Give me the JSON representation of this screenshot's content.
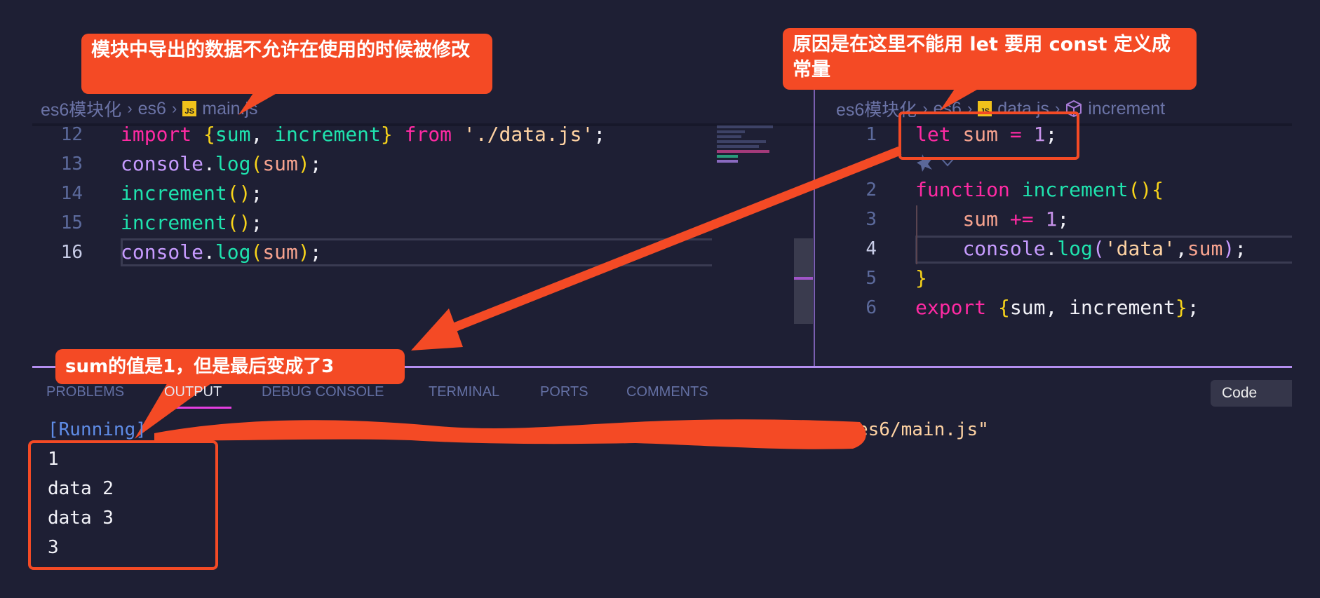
{
  "left_editor": {
    "breadcrumb": [
      "es6模块化",
      "es6",
      "main.js"
    ],
    "file_icon": "JS",
    "lines": [
      {
        "num": "12",
        "tokens": [
          [
            "import",
            "kw"
          ],
          [
            " ",
            "p"
          ],
          [
            "{",
            "br"
          ],
          [
            "sum",
            "fn"
          ],
          [
            ", ",
            "p"
          ],
          [
            "increment",
            "fn"
          ],
          [
            "}",
            "br"
          ],
          [
            " from ",
            "kw"
          ],
          [
            "'./data.js'",
            "str"
          ],
          [
            ";",
            "p"
          ]
        ]
      },
      {
        "num": "13",
        "tokens": [
          [
            "console",
            "obj"
          ],
          [
            ".",
            "p"
          ],
          [
            "log",
            "fn"
          ],
          [
            "(",
            "br"
          ],
          [
            "sum",
            "var"
          ],
          [
            ")",
            "br"
          ],
          [
            ";",
            "p"
          ]
        ]
      },
      {
        "num": "14",
        "tokens": [
          [
            "increment",
            "fn"
          ],
          [
            "()",
            "br"
          ],
          [
            ";",
            "p"
          ]
        ]
      },
      {
        "num": "15",
        "tokens": [
          [
            "increment",
            "fn"
          ],
          [
            "()",
            "br"
          ],
          [
            ";",
            "p"
          ]
        ]
      },
      {
        "num": "16",
        "tokens": [
          [
            "console",
            "obj"
          ],
          [
            ".",
            "p"
          ],
          [
            "log",
            "fn"
          ],
          [
            "(",
            "br"
          ],
          [
            "sum",
            "var"
          ],
          [
            ")",
            "br"
          ],
          [
            ";",
            "p"
          ]
        ]
      }
    ]
  },
  "right_editor": {
    "breadcrumb": [
      "es6模块化",
      "es6",
      "data.js",
      "increment"
    ],
    "file_icon": "JS",
    "lines": [
      {
        "num": "1",
        "tokens": [
          [
            "let",
            "kw"
          ],
          [
            " ",
            "p"
          ],
          [
            "sum",
            "var"
          ],
          [
            " = ",
            "op"
          ],
          [
            "1",
            "num"
          ],
          [
            ";",
            "p"
          ]
        ]
      },
      {
        "num": "2",
        "tokens": [
          [
            "function",
            "kw"
          ],
          [
            " ",
            "p"
          ],
          [
            "increment",
            "fn"
          ],
          [
            "()",
            "br"
          ],
          [
            "{",
            "br"
          ]
        ]
      },
      {
        "num": "3",
        "tokens": [
          [
            "    ",
            "p"
          ],
          [
            "sum",
            "var"
          ],
          [
            " += ",
            "op"
          ],
          [
            "1",
            "num"
          ],
          [
            ";",
            "p"
          ]
        ]
      },
      {
        "num": "4",
        "tokens": [
          [
            "    ",
            "p"
          ],
          [
            "console",
            "obj"
          ],
          [
            ".",
            "p"
          ],
          [
            "log",
            "fn"
          ],
          [
            "(",
            "obj"
          ],
          [
            "'data'",
            "str"
          ],
          [
            ",",
            "p"
          ],
          [
            "sum",
            "var"
          ],
          [
            ")",
            "obj"
          ],
          [
            ";",
            "p"
          ]
        ]
      },
      {
        "num": "5",
        "tokens": [
          [
            "}",
            "br"
          ]
        ]
      },
      {
        "num": "6",
        "tokens": [
          [
            "export",
            "kw"
          ],
          [
            " ",
            "p"
          ],
          [
            "{",
            "br"
          ],
          [
            "sum, increment",
            "id"
          ],
          [
            "}",
            "br"
          ],
          [
            ";",
            "p"
          ]
        ]
      }
    ]
  },
  "panel": {
    "tabs": [
      "PROBLEMS",
      "OUTPUT",
      "DEBUG CONSOLE",
      "TERMINAL",
      "PORTS",
      "COMMENTS"
    ],
    "active_tab": "OUTPUT",
    "channel_select": "Code",
    "running_label": "[Running]",
    "running_path_tail": "es6/main.js\"",
    "output_lines": [
      "1",
      "data 2",
      "data 3",
      "3"
    ]
  },
  "annotations": {
    "top_left": "模块中导出的数据不允许在使用的时候被修改",
    "top_right": "原因是在这里不能用 let 要用 const 定义成常量",
    "bottom": "sum的值是1，但是最后变成了3"
  },
  "colors": {
    "accent": "#f44a25",
    "background": "#1e1f34",
    "panel_border": "#b48ef0"
  }
}
